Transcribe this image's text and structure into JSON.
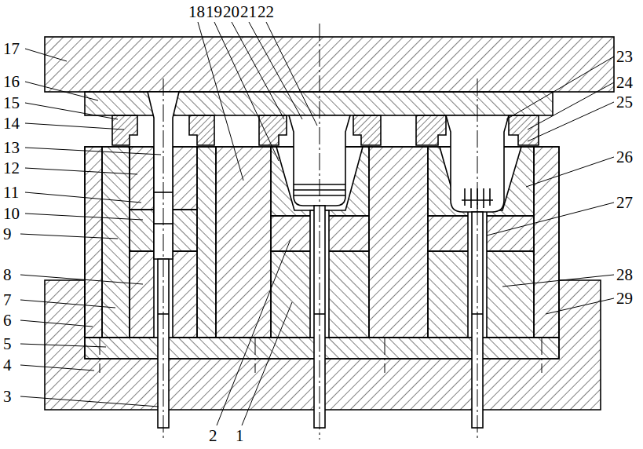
{
  "diagram": {
    "labels": [
      "18",
      "19",
      "20",
      "21",
      "22",
      "17",
      "16",
      "15",
      "14",
      "13",
      "12",
      "11",
      "10",
      "9",
      "8",
      "7",
      "6",
      "5",
      "4",
      "3",
      "23",
      "24",
      "25",
      "26",
      "27",
      "28",
      "29",
      "2",
      "1"
    ]
  }
}
